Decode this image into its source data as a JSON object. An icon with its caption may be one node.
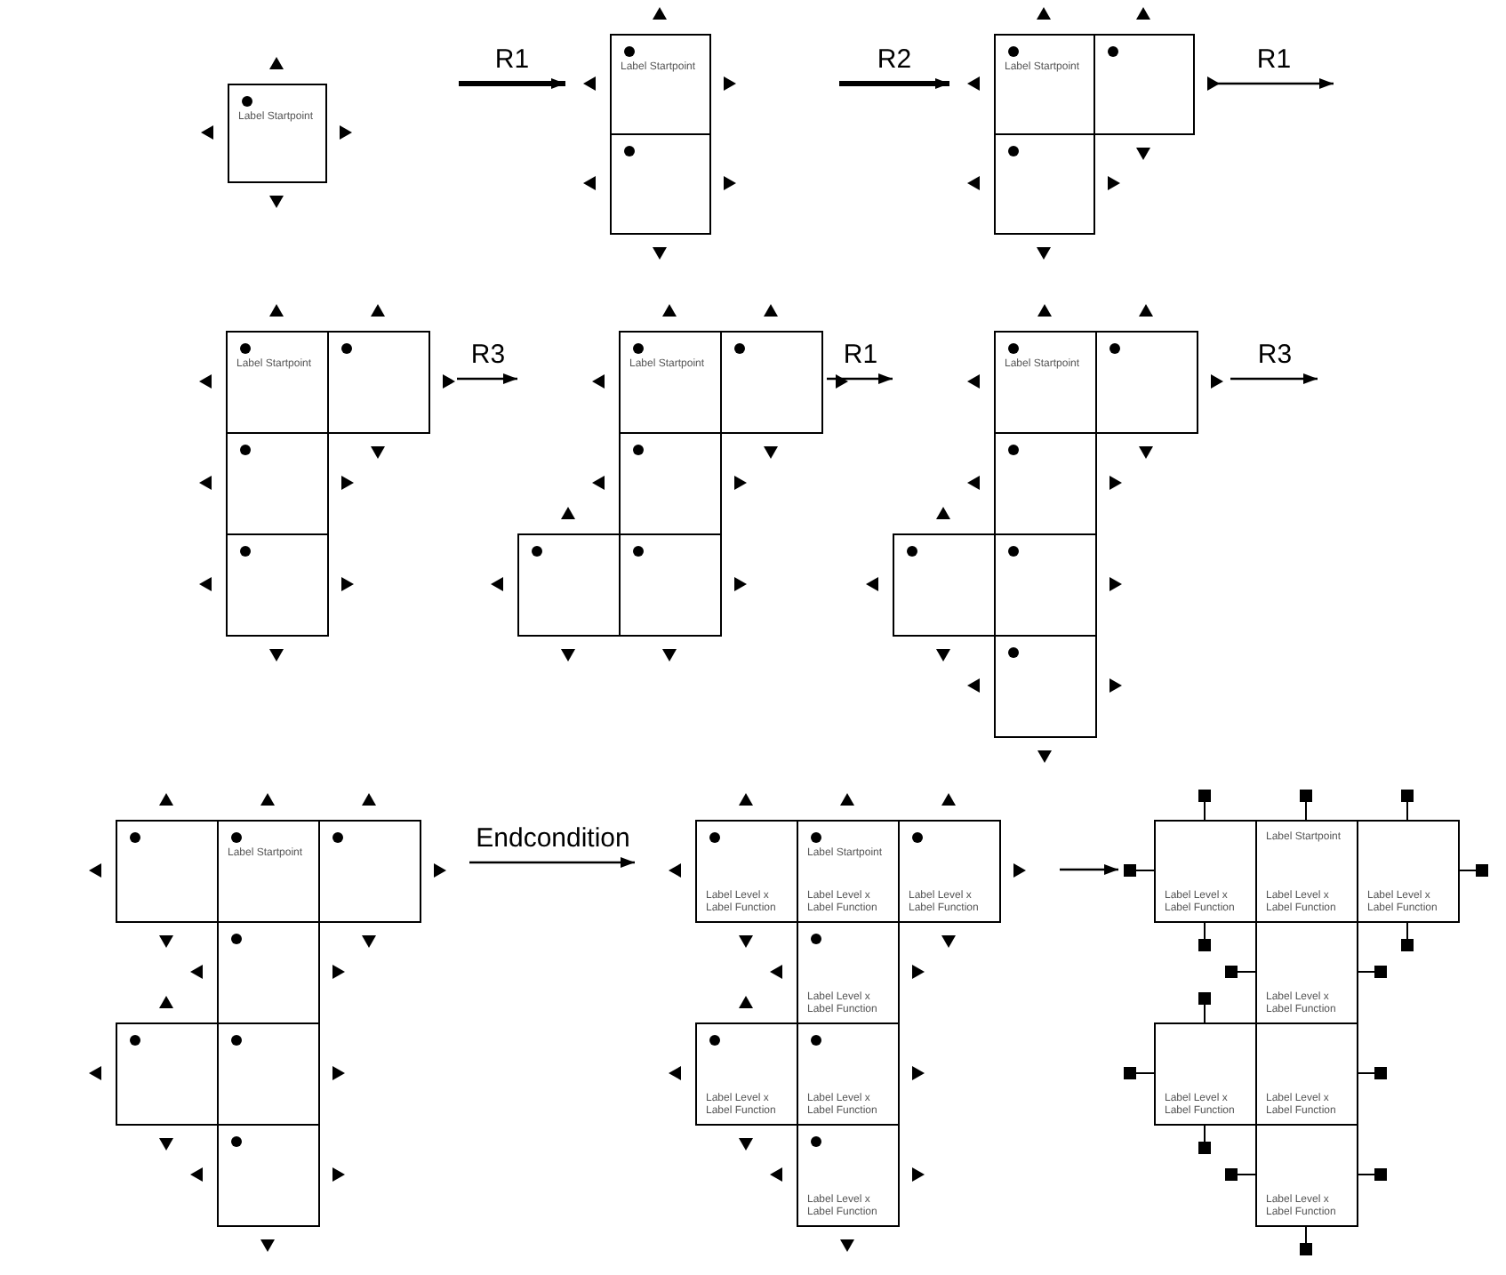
{
  "diagram": {
    "nodes": [
      {
        "text": [],
        "shape": "group"
      },
      {
        "text": [
          "Label Startpoint"
        ],
        "in": 0
      },
      {
        "text": [],
        "shape": "group"
      },
      {
        "text": [
          "Label Startpoint"
        ],
        "in": 2
      },
      {
        "text": [],
        "shape": "box",
        "in": 2
      },
      {
        "text": [],
        "shape": "group"
      },
      {
        "text": [
          "Label Startpoint"
        ],
        "in": 5
      },
      {
        "text": [],
        "shape": "box",
        "in": 5
      },
      {
        "text": [],
        "shape": "box",
        "in": 5
      },
      {
        "text": [],
        "shape": "group"
      },
      {
        "text": [
          "Label Startpoint"
        ],
        "in": 9
      },
      {
        "text": [],
        "shape": "box",
        "in": 9
      },
      {
        "text": [],
        "shape": "box",
        "in": 9
      },
      {
        "text": [],
        "shape": "box",
        "in": 9
      },
      {
        "text": [],
        "shape": "group"
      },
      {
        "text": [
          "Label Startpoint"
        ],
        "in": 14
      },
      {
        "text": [],
        "shape": "box",
        "in": 14
      },
      {
        "text": [],
        "shape": "box",
        "in": 14
      },
      {
        "text": [],
        "shape": "box",
        "in": 14
      },
      {
        "text": [],
        "shape": "box",
        "in": 14
      },
      {
        "text": [],
        "shape": "group"
      },
      {
        "text": [
          "Label Startpoint"
        ],
        "in": 20
      },
      {
        "text": [],
        "shape": "box",
        "in": 20
      },
      {
        "text": [],
        "shape": "box",
        "in": 20
      },
      {
        "text": [],
        "shape": "box",
        "in": 20
      },
      {
        "text": [],
        "shape": "box",
        "in": 20
      },
      {
        "text": [],
        "shape": "box",
        "in": 20
      },
      {
        "text": [],
        "shape": "group"
      },
      {
        "text": [],
        "shape": "box",
        "in": 27
      },
      {
        "text": [
          "Label Startpoint"
        ],
        "in": 27
      },
      {
        "text": [],
        "shape": "box",
        "in": 27
      },
      {
        "text": [],
        "shape": "box",
        "in": 27
      },
      {
        "text": [],
        "shape": "box",
        "in": 27
      },
      {
        "text": [],
        "shape": "box",
        "in": 27
      },
      {
        "text": [],
        "shape": "box",
        "in": 27
      },
      {
        "text": [],
        "shape": "group"
      },
      {
        "text": [
          "Label Level x",
          "Label Function"
        ],
        "in": 35
      },
      {
        "text": [
          "Label Startpoint",
          "Label Level x",
          "Label Function"
        ],
        "in": 35
      },
      {
        "text": [
          "Label Level x",
          "Label Function"
        ],
        "in": 35
      },
      {
        "text": [
          "Label Level x",
          "Label Function"
        ],
        "in": 35
      },
      {
        "text": [
          "Label Level x",
          "Label Function"
        ],
        "in": 35
      },
      {
        "text": [
          "Label Level x",
          "Label Function"
        ],
        "in": 35
      },
      {
        "text": [
          "Label Level x",
          "Label Function"
        ],
        "in": 35
      },
      {
        "text": [],
        "shape": "group"
      },
      {
        "text": [
          "Label Level x",
          "Label Function"
        ],
        "in": 43
      },
      {
        "text": [
          "Label Startpoint",
          "Label Level x",
          "Label Function"
        ],
        "in": 43
      },
      {
        "text": [
          "Label Level x",
          "Label Function"
        ],
        "in": 43
      },
      {
        "text": [
          "Label Level x",
          "Label Function"
        ],
        "in": 43
      },
      {
        "text": [
          "Label Level x",
          "Label Function"
        ],
        "in": 43
      },
      {
        "text": [
          "Label Level x",
          "Label Function"
        ],
        "in": 43
      },
      {
        "text": [
          "Label Level x",
          "Label Function"
        ],
        "in": 43
      }
    ],
    "edges": [
      {
        "from": null,
        "to": 2,
        "arrow": "to",
        "label": "R1",
        "style": "thick"
      },
      {
        "from": null,
        "to": 5,
        "arrow": "to",
        "label": "R2",
        "style": "thick"
      },
      {
        "from": 5,
        "to": null,
        "arrow": "to",
        "label": "R1"
      },
      {
        "from": 9,
        "to": 14,
        "arrow": "to",
        "label": "R3"
      },
      {
        "from": 14,
        "to": 20,
        "arrow": "to",
        "label": "R1"
      },
      {
        "from": 20,
        "to": null,
        "arrow": "to",
        "label": "R3"
      },
      {
        "from": 27,
        "to": 35,
        "arrow": "to",
        "label": "Endcondition"
      },
      {
        "from": 35,
        "to": 43,
        "arrow": "to"
      }
    ]
  }
}
